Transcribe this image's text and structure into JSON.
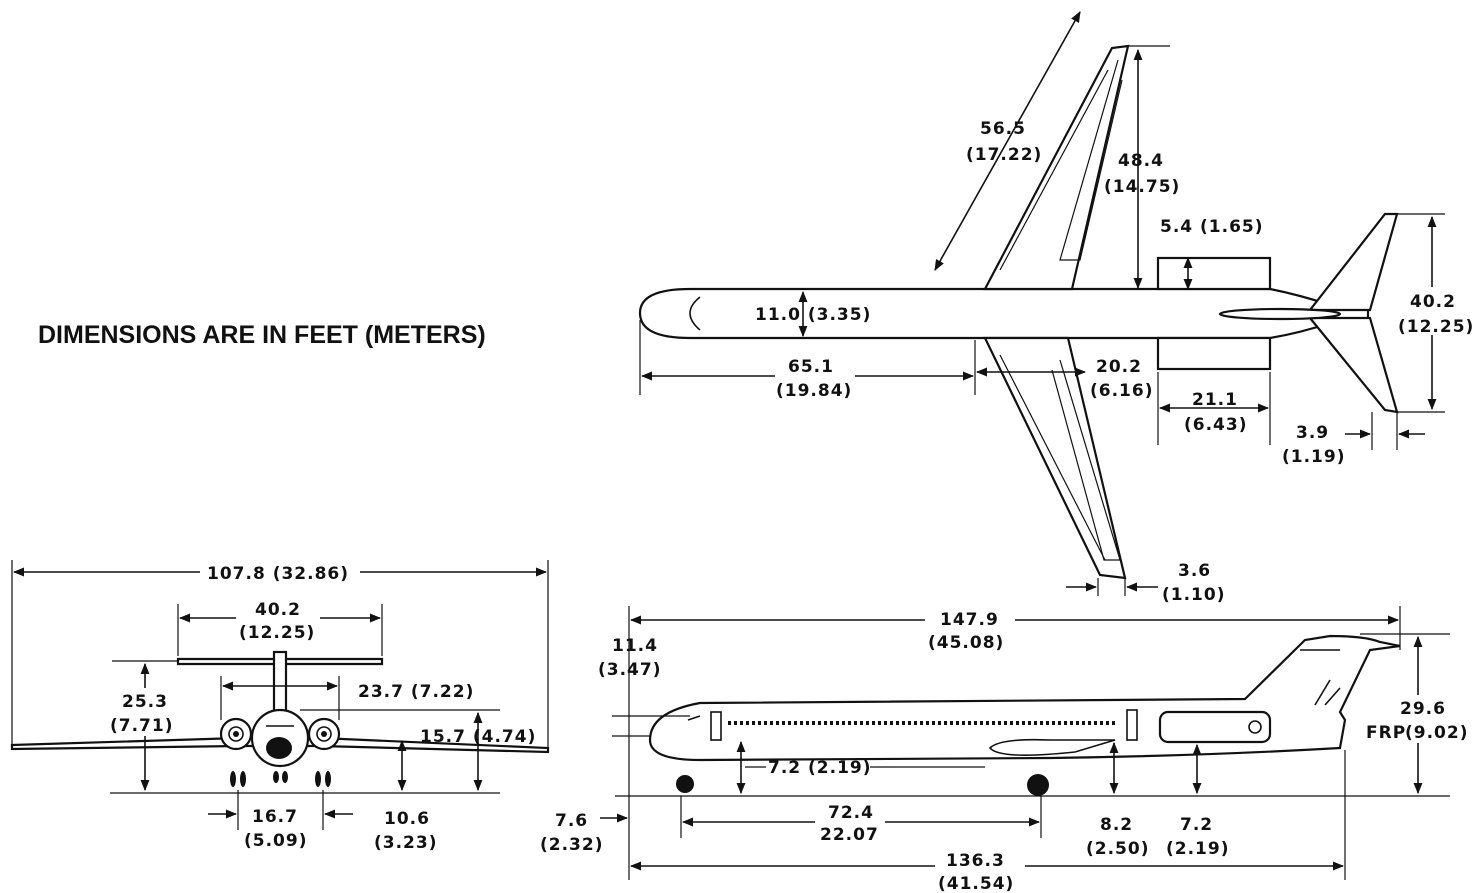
{
  "diagram": {
    "title": "DIMENSIONS ARE IN FEET (METERS)",
    "plan_view": {
      "wing_span_half": {
        "ft": "56.5",
        "m": "(17.22)"
      },
      "wing_semi_height": {
        "ft": "48.4",
        "m": "(14.75)"
      },
      "fuselage_width": "11.0 (3.35)",
      "nose_to_wing": {
        "ft": "65.1",
        "m": "(19.84)"
      },
      "wing_root_chord": {
        "ft": "20.2",
        "m": "(6.16)"
      },
      "nacelle_width": "5.4 (1.65)",
      "nacelle_length": {
        "ft": "21.1",
        "m": "(6.43)"
      },
      "tail_span": {
        "ft": "40.2",
        "m": "(12.25)"
      },
      "tail_tip_chord": {
        "ft": "3.9",
        "m": "(1.19)"
      },
      "wing_tip_chord": {
        "ft": "3.6",
        "m": "(1.10)"
      }
    },
    "front_view": {
      "span": "107.8 (32.86)",
      "tail_span": {
        "ft": "40.2",
        "m": "(12.25)"
      },
      "tail_height": {
        "ft": "25.3",
        "m": "(7.71)"
      },
      "engine_spacing": "23.7 (7.22)",
      "fuselage_top": "15.7 (4.74)",
      "gear_track": {
        "ft": "16.7",
        "m": "(5.09)"
      },
      "wing_height": {
        "ft": "10.6",
        "m": "(3.23)"
      }
    },
    "side_view": {
      "overall_length": {
        "ft": "147.9",
        "m": "(45.08)"
      },
      "fuselage_height": {
        "ft": "11.4",
        "m": "(3.47)"
      },
      "tail_height": {
        "ft": "29.6",
        "label": "FRP",
        "m": "(9.02)"
      },
      "door_sill": "7.2 (2.19)",
      "wheelbase": {
        "ft": "72.4",
        "m": "22.07"
      },
      "nose_height": {
        "ft": "7.6",
        "m": "(2.32)"
      },
      "main_door": {
        "ft": "8.2",
        "m": "(2.50)"
      },
      "engine_height": {
        "ft": "7.2",
        "m": "(2.19)"
      },
      "fuselage_length": {
        "ft": "136.3",
        "m": "(41.54)"
      }
    }
  }
}
